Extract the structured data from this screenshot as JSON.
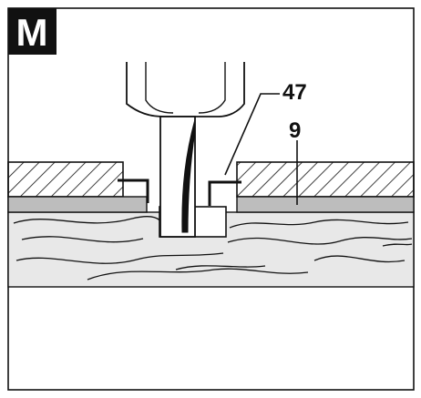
{
  "badge": {
    "label": "M"
  },
  "callouts": [
    {
      "label": "47"
    },
    {
      "label": "9"
    }
  ],
  "colors": {
    "ink": "#111111",
    "wood_fill": "#e8e8e8",
    "guide_plate": "#bdbdbd",
    "badge_bg": "#111111",
    "paper": "#ffffff"
  }
}
